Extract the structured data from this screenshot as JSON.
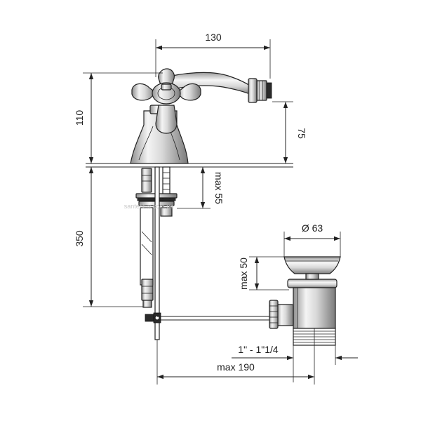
{
  "dimensions": {
    "width_top": "130",
    "height_body": "110",
    "spout_height": "75",
    "max_thread": "max 55",
    "supply_length": "350",
    "waste_diameter": "Ø 63",
    "waste_max_height": "max 50",
    "waste_thread": "1\" - 1\"1/4",
    "max_reach": "max 190"
  },
  "watermark": "santehlux.com.ua"
}
